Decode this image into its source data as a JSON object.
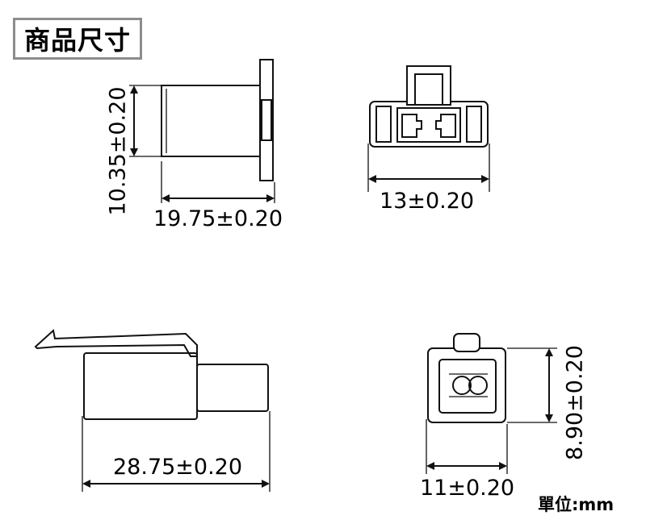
{
  "title": "商品尺寸",
  "dimensions": {
    "side_height": "10.35±0.20",
    "side_length": "19.75±0.20",
    "front_width": "13±0.20",
    "socket_length": "28.75±0.20",
    "end_height": "8.90±0.20",
    "end_width": "11±0.20"
  },
  "unit_label": "單位:mm"
}
